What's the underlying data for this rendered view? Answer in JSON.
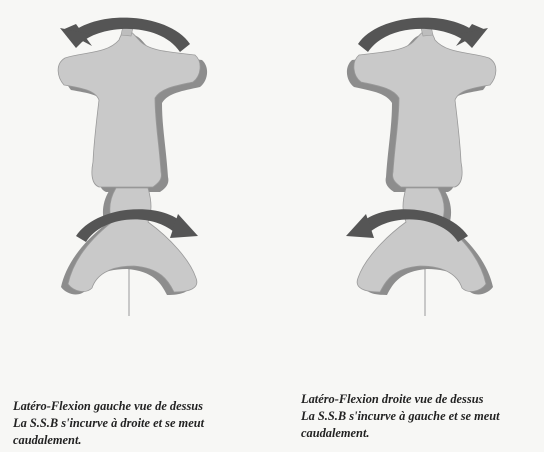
{
  "captions": {
    "left": {
      "line1": "Latéro-Flexion gauche vue de dessus",
      "line2": "La S.S.B s'incurve à droite et se meut",
      "line3": "caudalement."
    },
    "right": {
      "line1": "Latéro-Flexion droite vue de dessus",
      "line2": "La S.S.B s'incurve à gauche et se meut",
      "line3": "caudalement."
    }
  },
  "colors": {
    "bone_fill": "#c9c9c9",
    "bone_shadow": "#8d8d8d",
    "arrow": "#555555",
    "axis": "#9a9a9a",
    "paper": "#f7f7f5"
  },
  "icons": {
    "rotation_arrow": "curved-arrow-icon"
  }
}
